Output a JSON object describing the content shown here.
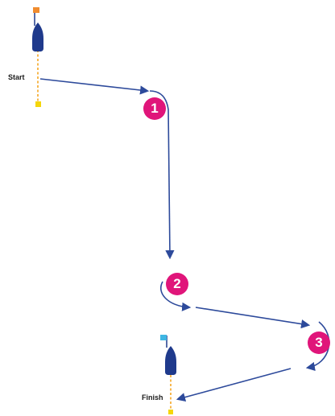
{
  "start_label": "Start",
  "finish_label": "Finish",
  "marks": [
    {
      "number": "1"
    },
    {
      "number": "2"
    },
    {
      "number": "3"
    }
  ],
  "colors": {
    "route": "#2d4a9b",
    "boat": "#1f3a8c",
    "mark_badge": "#e0157a",
    "start_flag": "#f08c2e",
    "finish_flag": "#3fb6e3",
    "pin_buoy": "#f5d60a",
    "line_dash": "#f5a623"
  },
  "icons": {
    "boat": "sailboat-icon",
    "start_flag": "orange-flag-icon",
    "finish_flag": "blue-flag-icon",
    "buoy": "buoy-icon"
  }
}
